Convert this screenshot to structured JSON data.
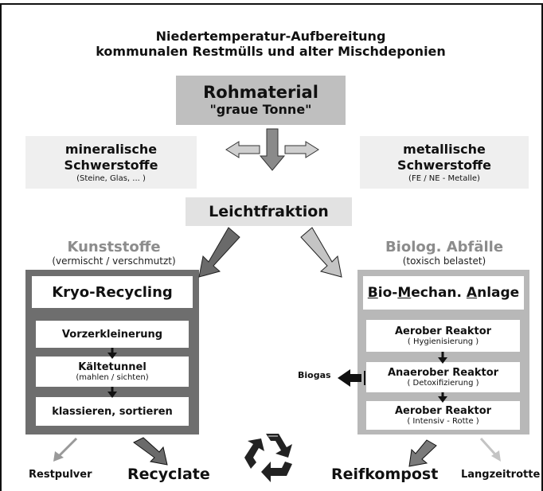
{
  "title": {
    "line1": "Niedertemperatur-Aufbereitung",
    "line2": "kommunalen Restmülls und alter Mischdeponien"
  },
  "rohmaterial": {
    "label": "Rohmaterial",
    "sub": "\"graue Tonne\""
  },
  "mineral": {
    "line1": "mineralische",
    "line2": "Schwerstoffe",
    "sub": "(Steine, Glas, ... )"
  },
  "metal": {
    "line1": "metallische",
    "line2": "Schwerstoffe",
    "sub": "(FE / NE -  Metalle)"
  },
  "leichtfraktion": "Leichtfraktion",
  "kunststoffe": {
    "title": "Kunststoffe",
    "sub": "(vermischt / verschmutzt)"
  },
  "biolog": {
    "title": "Biolog. Abfälle",
    "sub": "(toxisch belastet)"
  },
  "kryo": {
    "title": "Kryo-Recycling",
    "steps": [
      {
        "label": "Vorzerkleinerung",
        "sub": ""
      },
      {
        "label": "Kältetunnel",
        "sub": "(mahlen / sichten)"
      },
      {
        "label": "klassieren, sortieren",
        "sub": ""
      }
    ]
  },
  "bma": {
    "title_parts": [
      "B",
      "io-",
      "M",
      "echan. ",
      "A",
      "nlage"
    ],
    "steps": [
      {
        "label": "Aerober Reaktor",
        "sub": "( Hygienisierung )"
      },
      {
        "label": "Anaerober Reaktor",
        "sub": "( Detoxifizierung )"
      },
      {
        "label": "Aerober Reaktor",
        "sub": "( Intensiv - Rotte )"
      }
    ]
  },
  "biogas": "Biogas",
  "outputs": {
    "restpulver": "Restpulver",
    "recyclate": "Recyclate",
    "reifkompost": "Reifkompost",
    "langzeitrotte": "Langzeitrotte"
  },
  "icons": [
    "recycling-icon"
  ],
  "colors": {
    "roh_fill": "#bfbfbf",
    "left_panel": "#6e6e6e",
    "right_panel": "#b8b8b8",
    "light_box": "#efefef",
    "heading_gray": "#8c8c8c"
  }
}
